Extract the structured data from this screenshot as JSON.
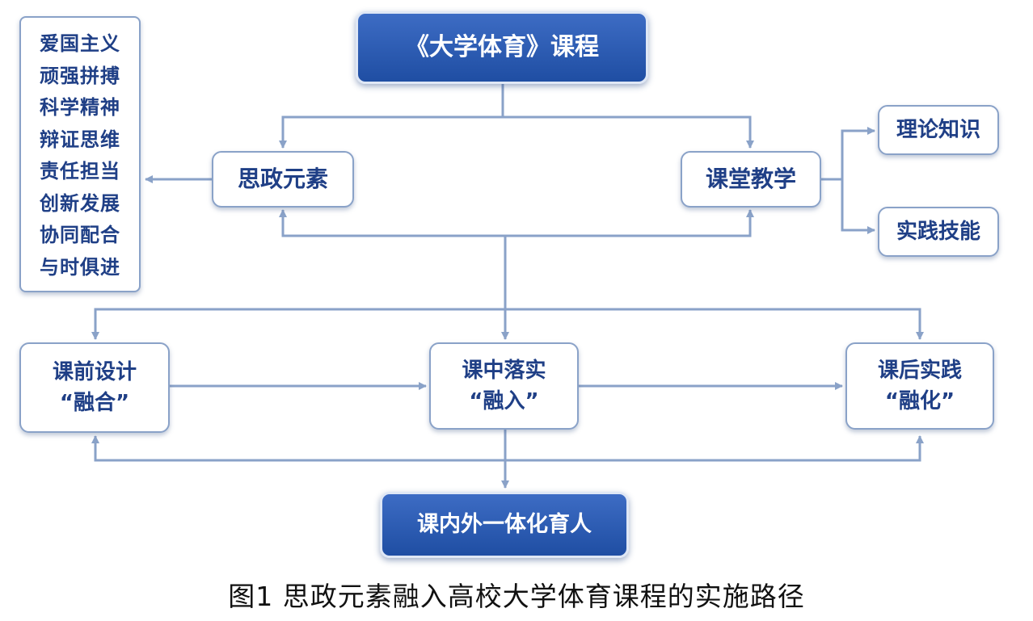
{
  "diagram": {
    "nodes": {
      "course": "《大学体育》课程",
      "ideology": "思政元素",
      "teaching": "课堂教学",
      "theory": "理论知识",
      "practice_skill": "实践技能",
      "pre_class_line1": "课前设计",
      "pre_class_line2": "“融合”",
      "in_class_line1": "课中落实",
      "in_class_line2": "“融入”",
      "post_class_line1": "课后实践",
      "post_class_line2": "“融化”",
      "outcome": "课内外一体化育人"
    },
    "values": [
      "爱国主义",
      "顽强拼搏",
      "科学精神",
      "辩证思维",
      "责任担当",
      "创新发展",
      "协同配合",
      "与时俱进"
    ],
    "edges": [
      {
        "from": "course",
        "to": "ideology"
      },
      {
        "from": "course",
        "to": "teaching"
      },
      {
        "from": "ideology",
        "to": "values"
      },
      {
        "from": "teaching",
        "to": "theory"
      },
      {
        "from": "teaching",
        "to": "practice_skill"
      },
      {
        "from": "in_class",
        "to": "ideology"
      },
      {
        "from": "in_class",
        "to": "teaching"
      },
      {
        "from": "in_class",
        "to": "pre_class"
      },
      {
        "from": "in_class",
        "to": "post_class"
      },
      {
        "from": "pre_class",
        "to": "in_class"
      },
      {
        "from": "in_class",
        "to": "post_class"
      },
      {
        "from": "in_class",
        "to": "outcome"
      }
    ],
    "colors": {
      "connector": "#8aa2c8",
      "box_text": "#1f3f86",
      "header_fill": "#2a5bb0",
      "border": "#8aa2c8"
    }
  },
  "caption": "图1  思政元素融入高校大学体育课程的实施路径"
}
